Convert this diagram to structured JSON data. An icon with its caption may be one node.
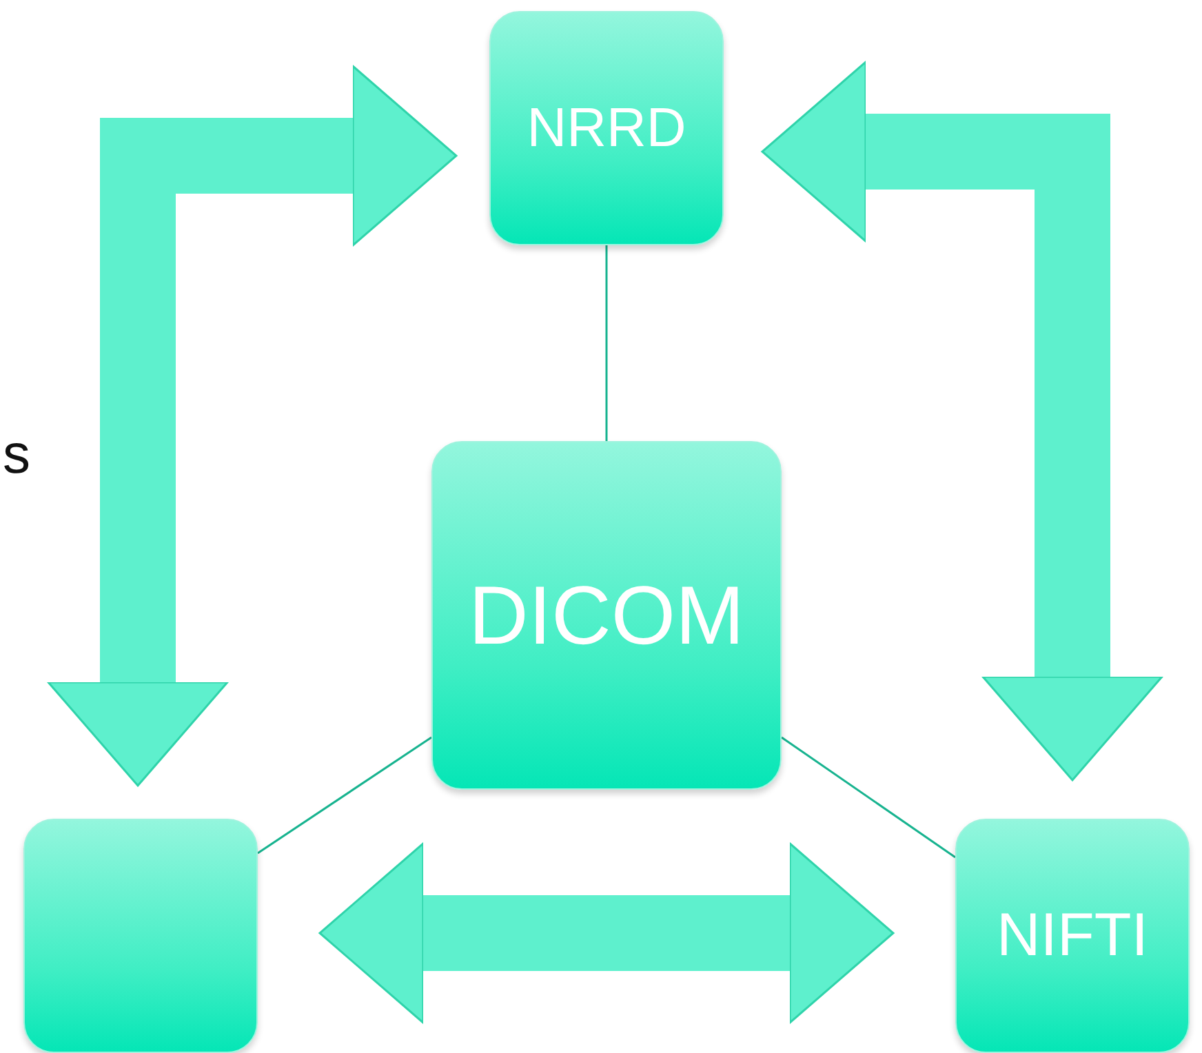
{
  "diagram": {
    "nodes": [
      {
        "text": [
          "NRRD"
        ]
      },
      {
        "text": [
          "DICOM"
        ]
      },
      {
        "text": [],
        "shape": "box"
      },
      {
        "text": [
          "NIFTI"
        ]
      }
    ],
    "edges": [
      {
        "from": 2,
        "to": 0,
        "arrow": "both",
        "style": "thick",
        "color": "#5ef0cd"
      },
      {
        "from": 0,
        "to": 3,
        "arrow": "both",
        "style": "thick",
        "color": "#5ef0cd"
      },
      {
        "from": 2,
        "to": 3,
        "arrow": "both",
        "style": "thick",
        "color": "#5ef0cd"
      },
      {
        "from": 0,
        "to": 1,
        "arrow": "none"
      },
      {
        "from": 1,
        "to": 2,
        "arrow": "none"
      },
      {
        "from": 1,
        "to": 3,
        "arrow": "none"
      }
    ],
    "labels": [
      "s"
    ]
  }
}
